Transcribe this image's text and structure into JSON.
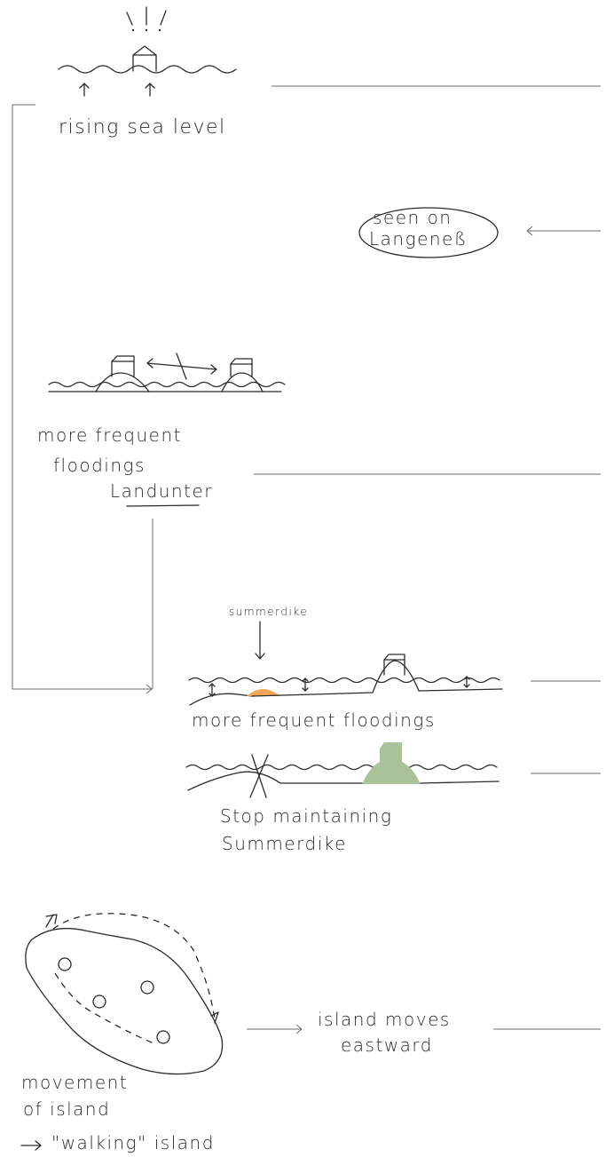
{
  "labels": {
    "rising_sea_level": "rising sea level",
    "seen_on_line1": "seen on",
    "seen_on_line2": "Langeneß",
    "more_frequent_floodings_1_line1": "more frequent",
    "more_frequent_floodings_1_line2": "floodings",
    "landunter": "Landunter",
    "summerdike_label": "summerdike",
    "more_frequent_floodings_2": "more frequent floodings",
    "stop_maintaining_line1": "Stop maintaining",
    "stop_maintaining_line2": "Summerdike",
    "island_moves_line1": "island moves",
    "island_moves_line2": "eastward",
    "movement_line1": "movement",
    "movement_line2": "of island",
    "walking_island": "\"walking\" island",
    "excl": "! ! !"
  },
  "colors": {
    "ink": "#2b2b2b",
    "guide_line": "#6e6e6e",
    "summerdike_fill": "#f2a65a",
    "warft_fill": "#a9c29a",
    "background": "#ffffff"
  },
  "icons": {
    "house": "house-on-mound-icon",
    "arrow": "arrow-icon",
    "cross": "cross-icon"
  }
}
